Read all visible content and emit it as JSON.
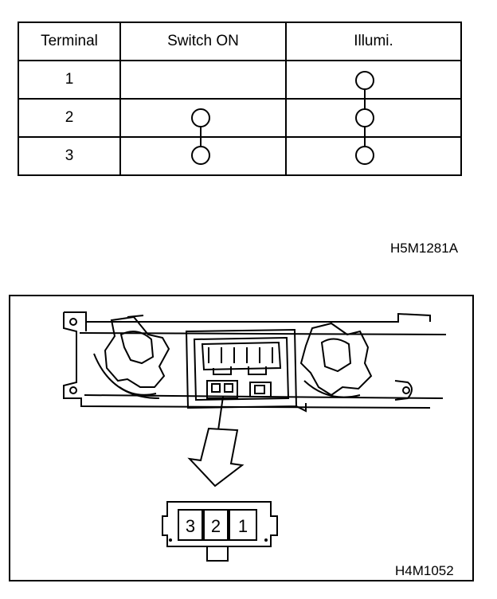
{
  "continuity_table": {
    "headers": [
      "Terminal",
      "Switch ON",
      "Illumi."
    ],
    "rows": [
      {
        "terminal": "1",
        "switch_on": false,
        "illumi": true
      },
      {
        "terminal": "2",
        "switch_on": true,
        "illumi": true
      },
      {
        "terminal": "3",
        "switch_on": true,
        "illumi": true
      }
    ]
  },
  "figure_codes": {
    "top": "H5M1281A",
    "bottom": "H4M1052"
  },
  "connector": {
    "pins": [
      "3",
      "2",
      "1"
    ]
  }
}
